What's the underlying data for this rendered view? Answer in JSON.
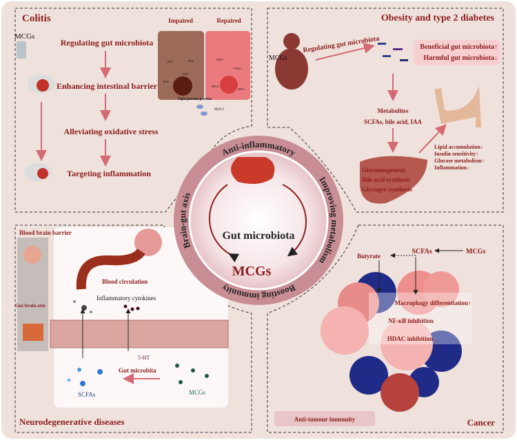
{
  "colors": {
    "background": "#efe1dc",
    "dark_red": "#8a1c1c",
    "ring": "#c98e95",
    "text_navy": "#1f3f8f",
    "text_green": "#1d6a55"
  },
  "center": {
    "ring_labels": [
      "Anti-inflammatory",
      "Improving metabolism",
      "Boosting immunity",
      "Brain-gut axis"
    ],
    "inner_title": "Gut microbiota",
    "inner_subtitle": "MCGs"
  },
  "colitis": {
    "title": "Colitis",
    "drug_label": "MCGs",
    "steps": [
      "Regulating gut microbiota",
      "Enhancing intestinal barrier",
      "Alleviating oxidative stress",
      "Targeting inflammation"
    ],
    "cell": {
      "impaired": "Impaired",
      "repaired": "Repaired",
      "ros": "ROS",
      "sod_down": "SOD↓",
      "sod_up": "SOD↑",
      "taoc": "T-AOC↑",
      "mda": "MDA↓",
      "mpo": "MPO↓",
      "tight_junction": "Tight junction proteins",
      "muc2": "MUC2"
    }
  },
  "obesity": {
    "title": "Obesity and type 2 diabetes",
    "drug_label": "MCGs",
    "arrow_label": "Regulating gut microbiota",
    "beneficial": "Beneficial gut microbiota↑",
    "harmful": "Harmful gut microbiota↓",
    "metabolites_title": "Metabolites",
    "metabolites": "SCFAs, bile acid, IAA",
    "liver": [
      "Gluconeogenesis",
      "Bile acid synthesis",
      "Glycogen synthesis"
    ],
    "effects": [
      "Lipid accumulation↓",
      "Insulin sensitivity↑",
      "Glucose metabolism↑",
      "Inflammation↓"
    ]
  },
  "neuro": {
    "title": "Neurodegenerative diseases",
    "bbb": "Blood brain barrier",
    "gut_brain": "Gut-brain axis",
    "blood": "Blood circulation",
    "cytokines": "Inflammatory cytokines",
    "ht": "5-HT",
    "scfas": "SCFAs",
    "gut": "Gut microbita",
    "mcgs": "MCGs"
  },
  "cancer": {
    "title": "Cancer",
    "scfas": "SCFAs",
    "mcgs": "MCGs",
    "butyrate": "Butyrate",
    "effects": [
      "Macrophagy differentiation↑",
      "NF-κB inhibition",
      "HDAC inhibition"
    ],
    "badge": "Anti-tumour immunity"
  }
}
